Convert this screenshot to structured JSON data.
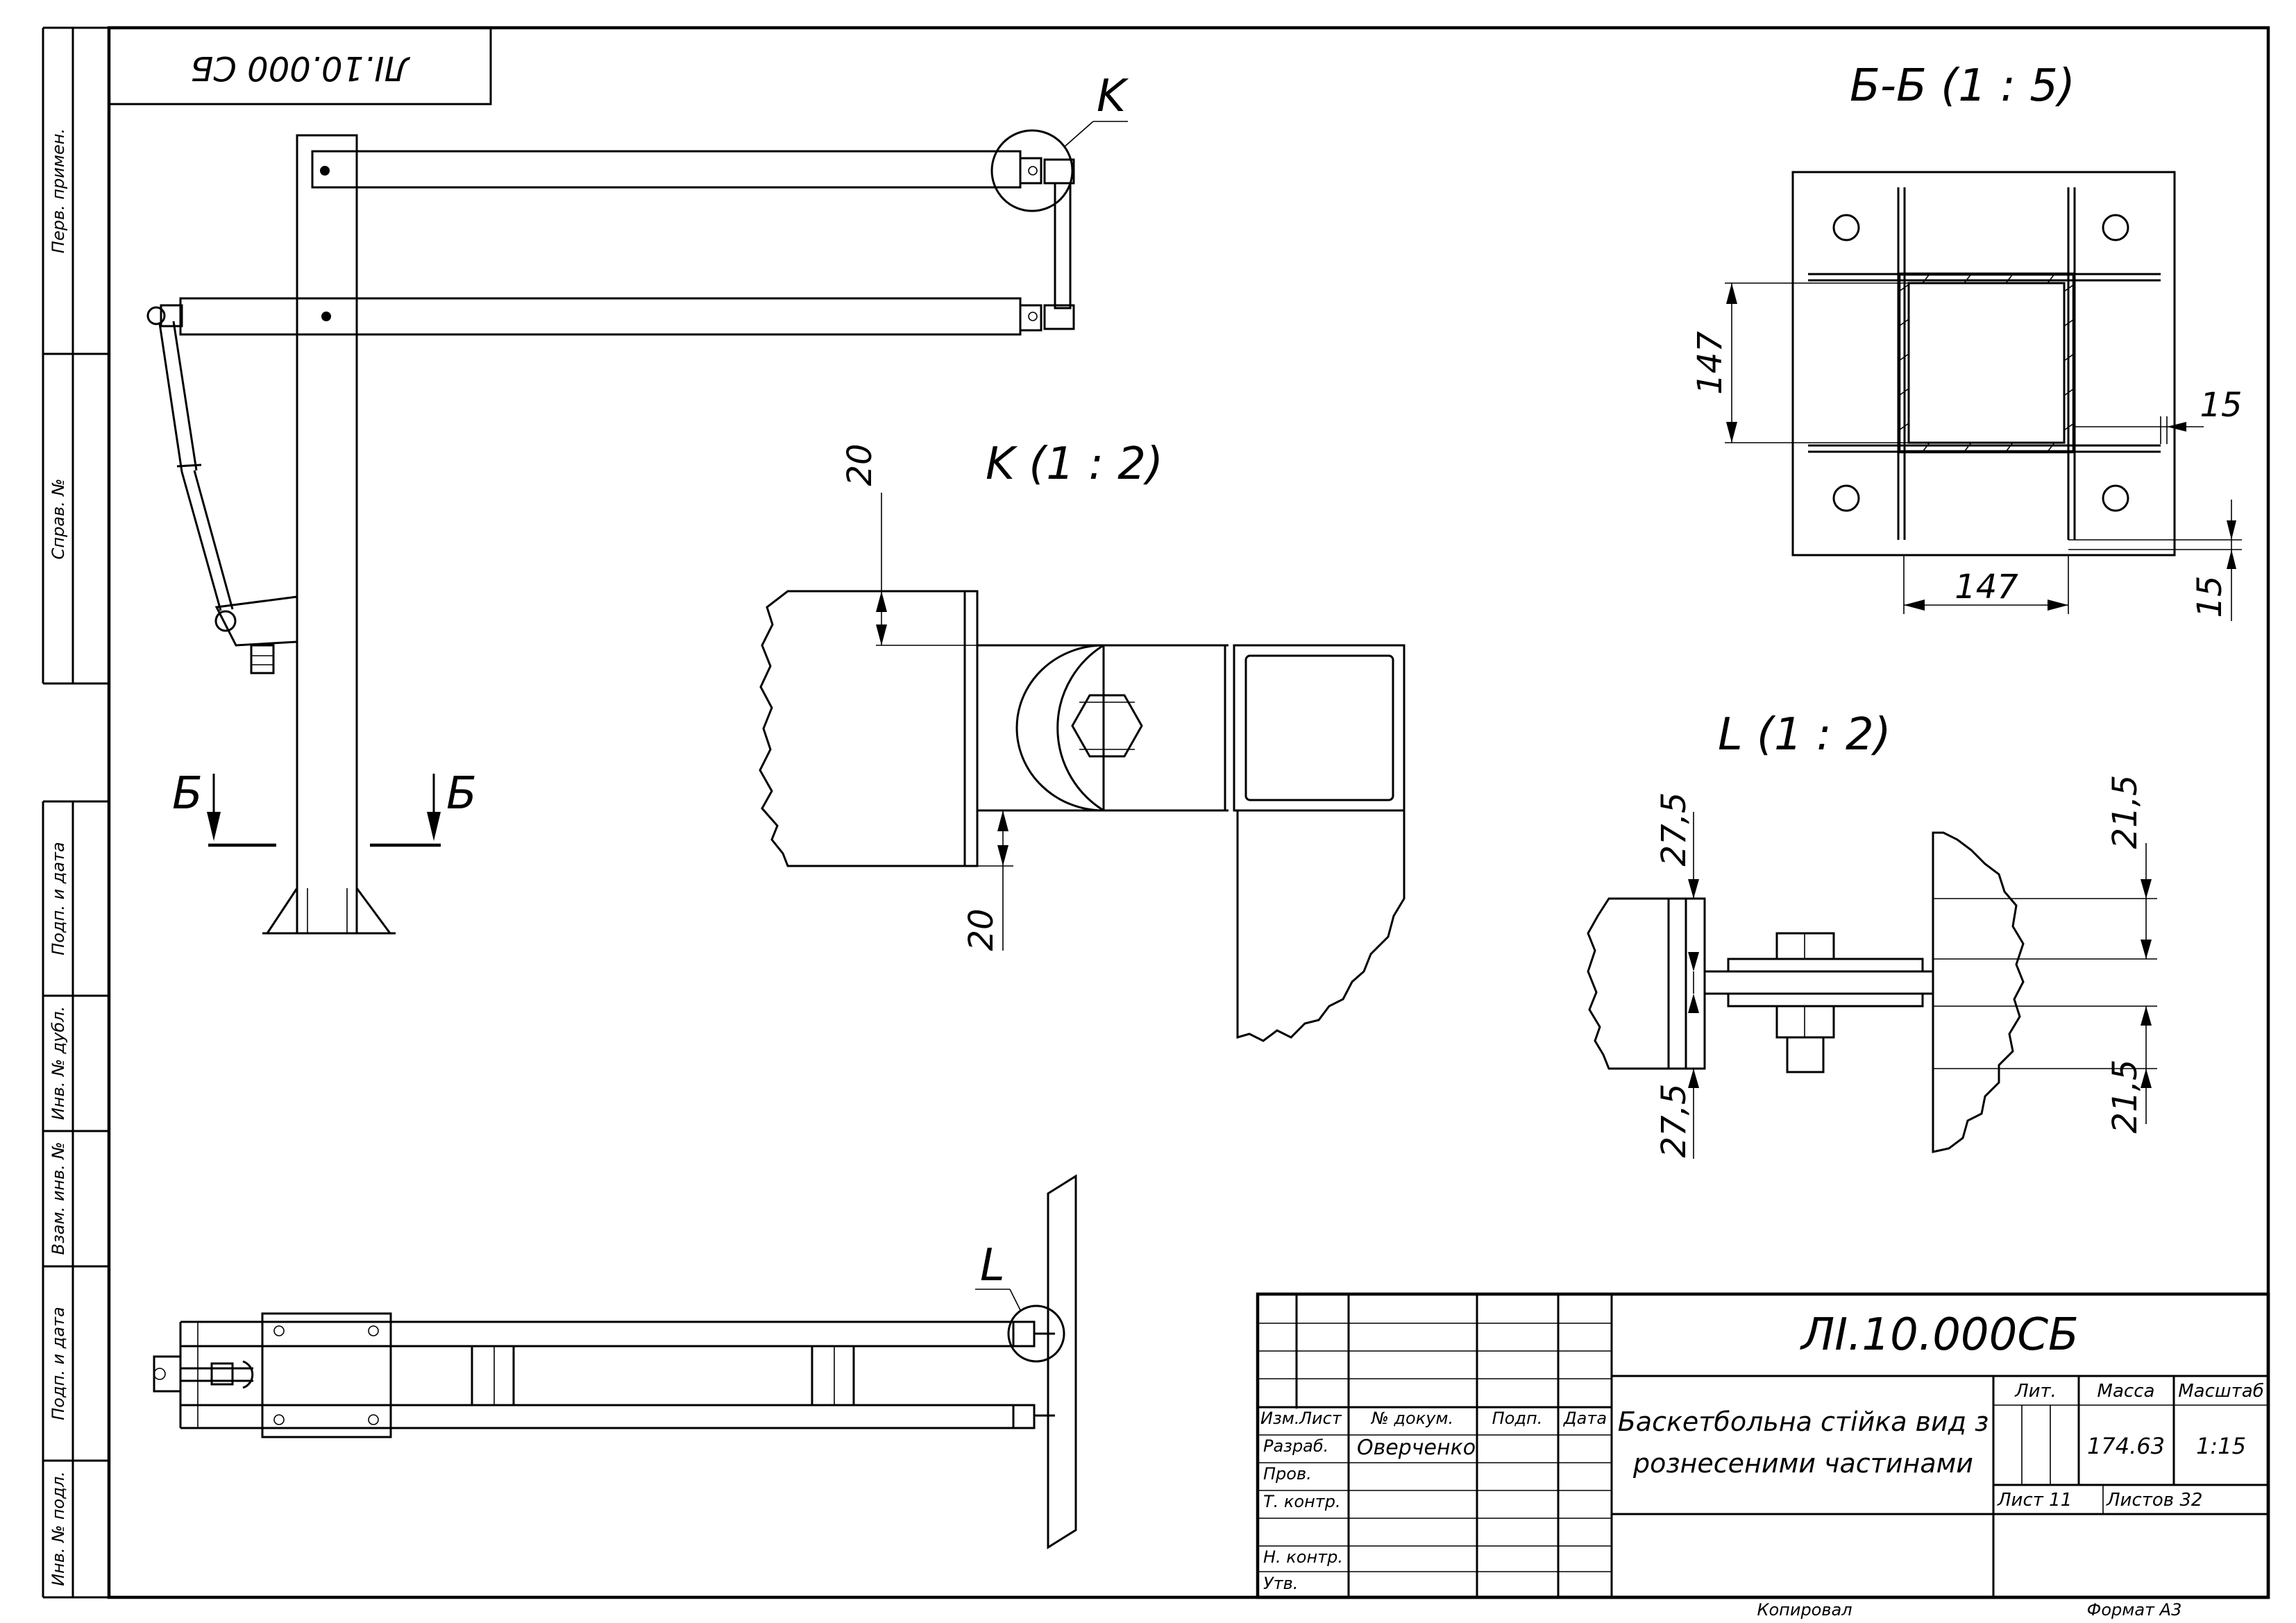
{
  "stamp_top": "ЛІ.10.000 СБ",
  "side_labels": {
    "perv_primen": "Перв. примен.",
    "sprav_no": "Справ. №",
    "podp_data_1": "Подп. и дата",
    "inv_dubl": "Инв. № дубл.",
    "vzam_inv": "Взам. инв. №",
    "podp_data_2": "Подп. и дата",
    "inv_podl": "Инв. № подл."
  },
  "views": {
    "callout_k": "K",
    "callout_l": "L",
    "section_b_left": "Б",
    "section_b_right": "Б",
    "detail_k_title": "K (1 : 2)",
    "detail_l_title": "L (1 : 2)",
    "section_bb_title": "Б-Б (1 : 5)"
  },
  "dimensions": {
    "k_top": "20",
    "k_bottom": "20",
    "bb_vertical": "147",
    "bb_horizontal": "147",
    "bb_right_top": "15",
    "bb_right_bottom": "15",
    "l_left_top": "27,5",
    "l_left_bottom": "27,5",
    "l_right_top": "21,5",
    "l_right_bottom": "21,5"
  },
  "title_block": {
    "designation": "ЛІ.10.000СБ",
    "name_line1": "Баскетбольна стійка вид з",
    "name_line2": "рознесеними частинами",
    "col_izm": "Изм.",
    "col_list": "Лист",
    "col_dokum": "№ докум.",
    "col_podp": "Подп.",
    "col_data": "Дата",
    "row_razrab": "Разраб.",
    "row_prov": "Пров.",
    "row_tkontr": "Т. контр.",
    "row_nkontr": "Н. контр.",
    "row_utv": "Утв.",
    "author": "Оверченко",
    "lit_label": "Лит.",
    "massa_label": "Масса",
    "masshtab_label": "Масштаб",
    "massa_value": "174.63",
    "masshtab_value": "1:15",
    "list_label": "Лист 11",
    "listov_label": "Листов 32",
    "kopiroval": "Копировал",
    "format": "Формат А3"
  }
}
